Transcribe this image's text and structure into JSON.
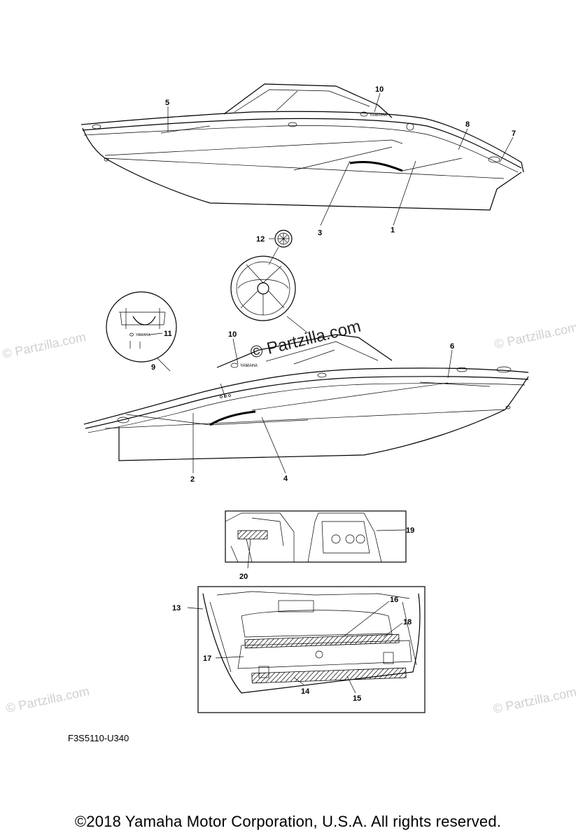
{
  "watermarks": {
    "main": "© Partzilla.com",
    "faint": "© Partzilla.com"
  },
  "callouts": {
    "c1": "1",
    "c2": "2",
    "c3": "3",
    "c4": "4",
    "c5": "5",
    "c6": "6",
    "c7": "7",
    "c8": "8",
    "c9": "9",
    "c10a": "10",
    "c10b": "10",
    "c11": "11",
    "c12": "12",
    "c13": "13",
    "c14": "14",
    "c15": "15",
    "c16": "16",
    "c17": "17",
    "c18": "18",
    "c19": "19",
    "c20": "20"
  },
  "logo_text": "YAMAHA",
  "diagram_code": "F3S5110-U340",
  "copyright": "©2018  Yamaha Motor Corporation, U.S.A. All rights reserved."
}
